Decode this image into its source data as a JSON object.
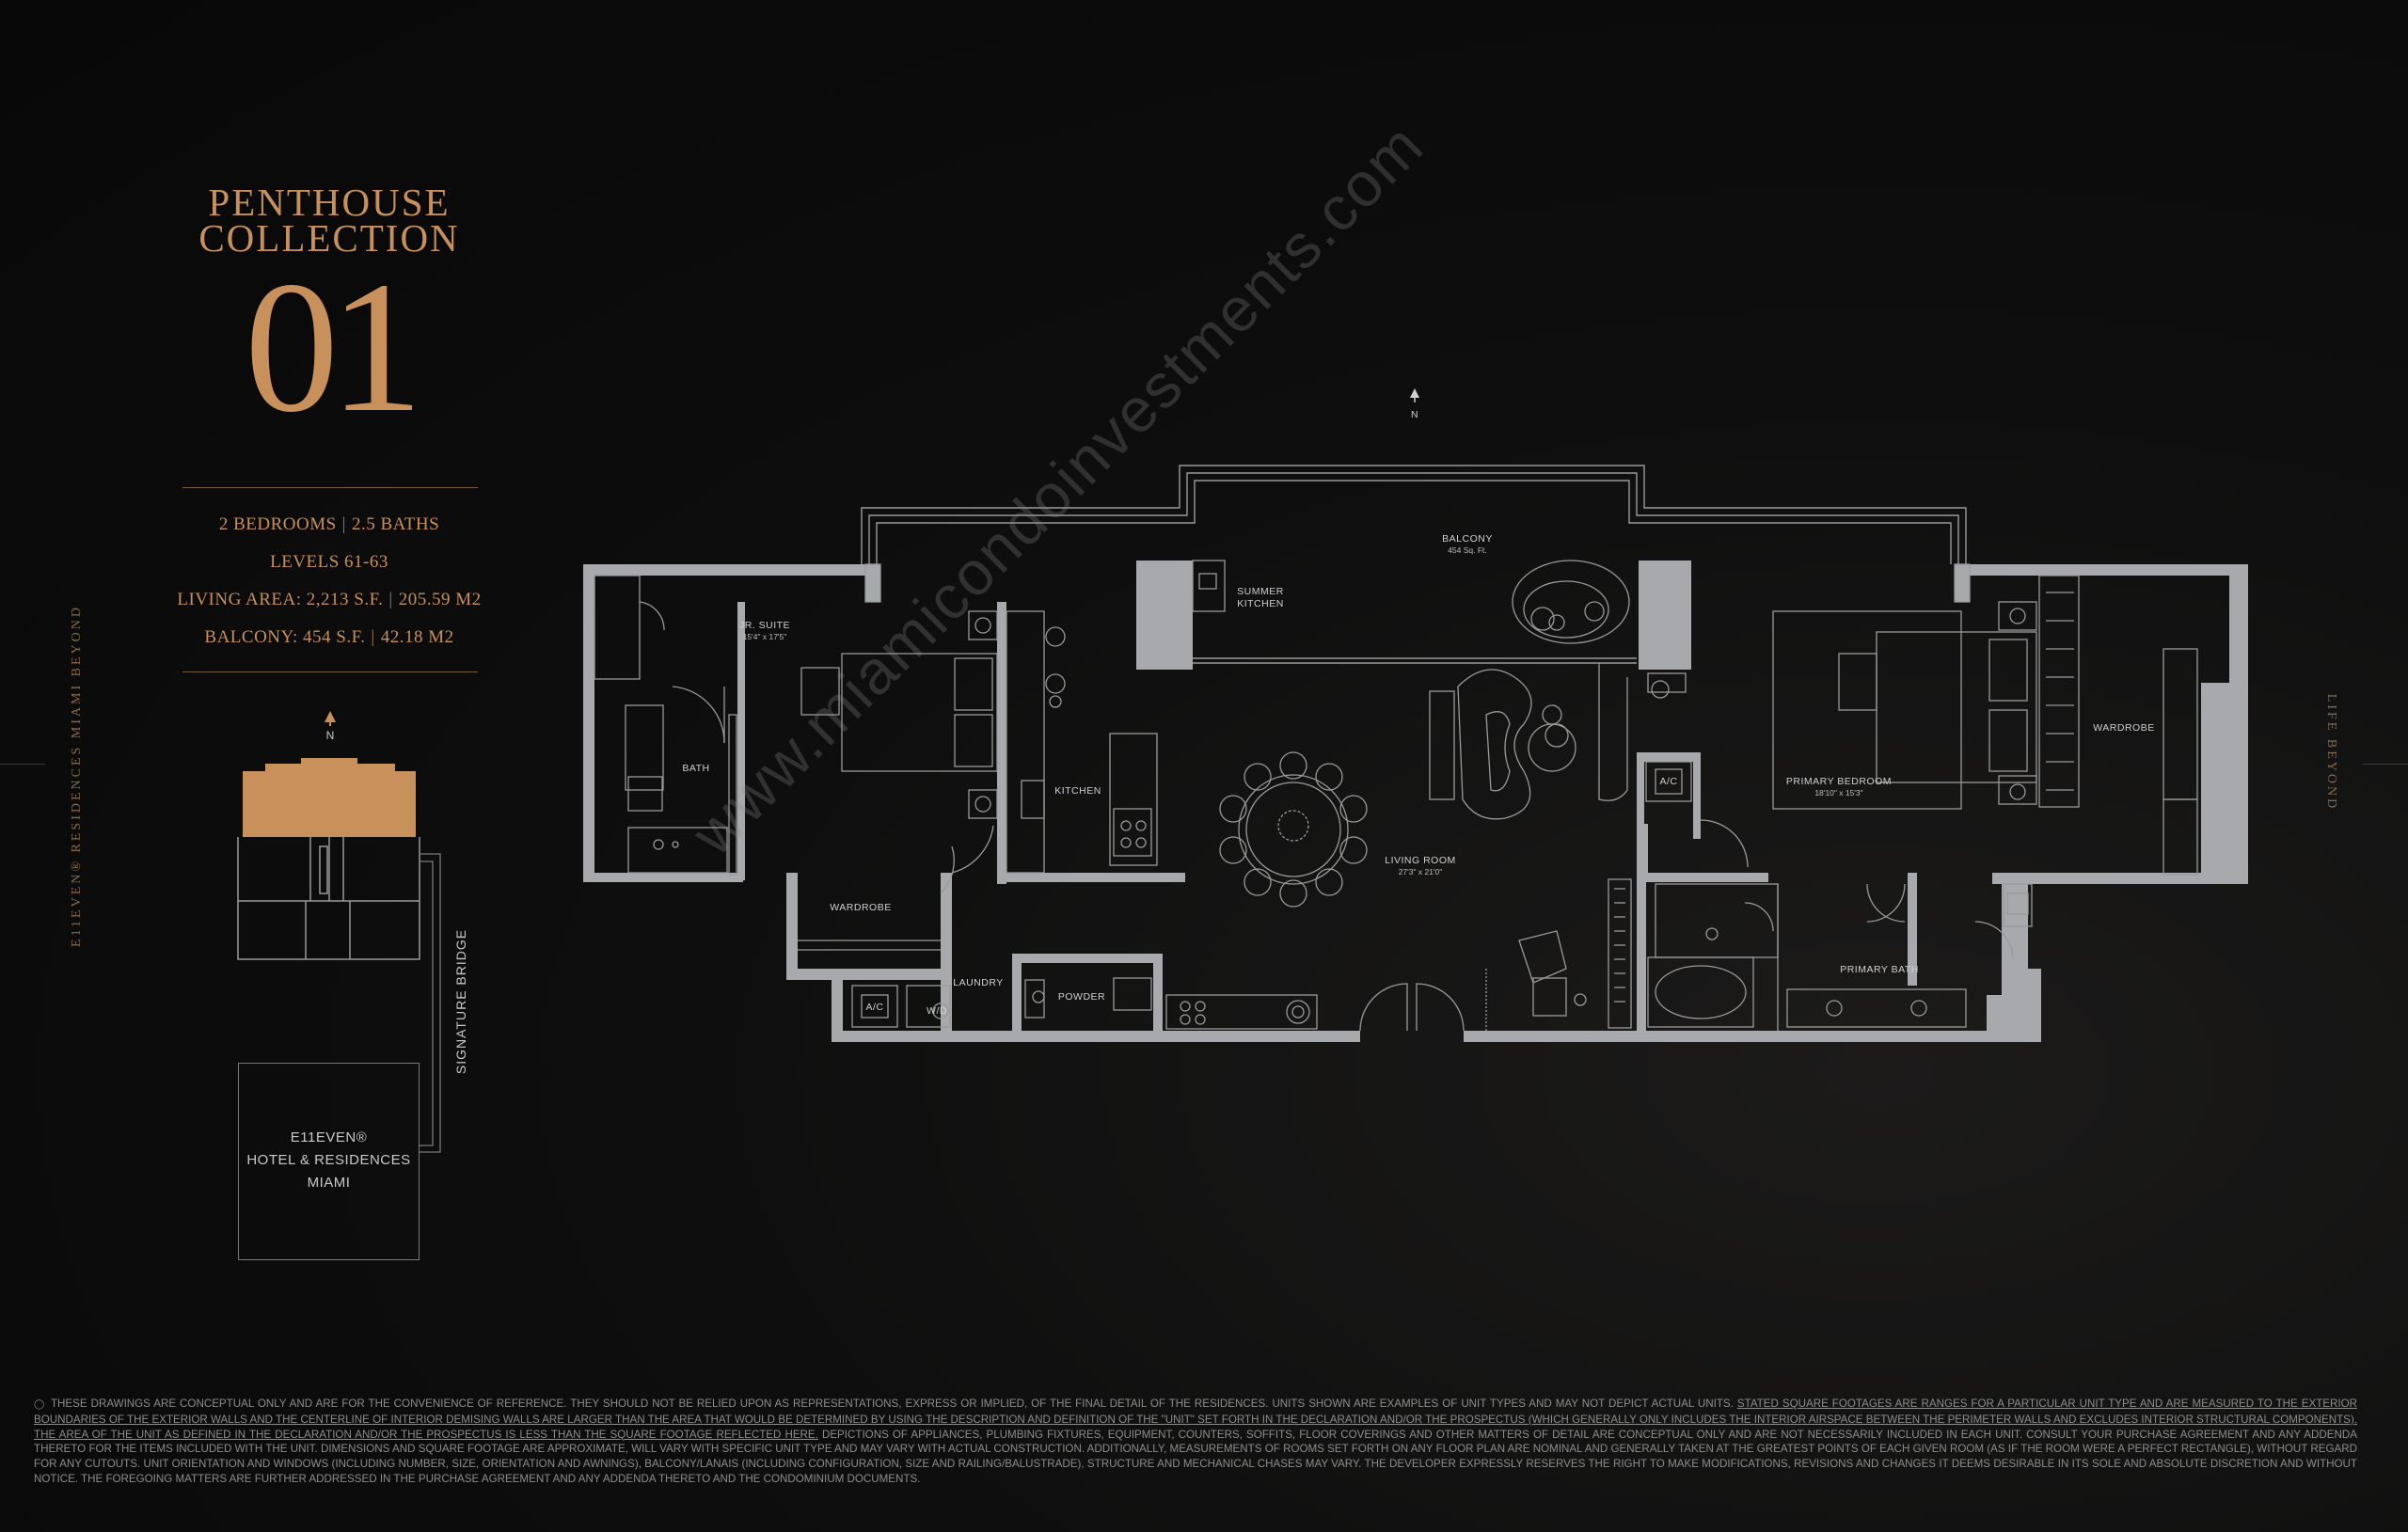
{
  "header": {
    "collection_title": "PENTHOUSE\nCOLLECTION",
    "unit_number": "01"
  },
  "specs": {
    "bedrooms": "2 BEDROOMS",
    "baths": "2.5 BATHS",
    "levels": "LEVELS 61-63",
    "living_area_sf": "LIVING AREA: 2,213 S.F.",
    "living_area_m2": "205.59  M2",
    "balcony_sf": "BALCONY: 454 S.F.",
    "balcony_m2": "42.18  M2"
  },
  "side_text_left": "E11EVEN® RESIDENCES MIAMI BEYOND",
  "side_text_right": "LIFE BEYOND",
  "key_plan": {
    "north": "N",
    "hotel_line1": "E11EVEN®",
    "hotel_line2": "HOTEL & RESIDENCES",
    "hotel_line3": "MIAMI",
    "bridge": "SIGNATURE BRIDGE"
  },
  "plan": {
    "north": "N",
    "rooms": {
      "balcony": "BALCONY",
      "balcony_size": "454 Sq. Ft.",
      "summer_kitchen_1": "SUMMER",
      "summer_kitchen_2": "KITCHEN",
      "jr_suite": "JR. SUITE",
      "jr_suite_size": "15'4\" x 17'5\"",
      "bath": "BATH",
      "kitchen": "KITCHEN",
      "wardrobe_left": "WARDROBE",
      "laundry": "LAUNDRY",
      "ac_left": "A/C",
      "wd": "W/D",
      "powder": "POWDER",
      "living_room": "LIVING ROOM",
      "living_room_size": "27'3\" x 21'0\"",
      "ac_right": "A/C",
      "primary_bedroom": "PRIMARY BEDROOM",
      "primary_bedroom_size": "18'10\" x 15'3\"",
      "wardrobe_right": "WARDROBE",
      "primary_bath": "PRIMARY BATH"
    }
  },
  "watermark": "www.miamicondoinvestments.com",
  "disclaimer": {
    "part1": "THESE DRAWINGS ARE CONCEPTUAL ONLY AND ARE FOR THE CONVENIENCE OF REFERENCE. THEY SHOULD NOT BE RELIED UPON AS REPRESENTATIONS, EXPRESS OR IMPLIED, OF THE FINAL DETAIL OF THE RESIDENCES. UNITS SHOWN ARE EXAMPLES OF UNIT TYPES AND MAY NOT DEPICT ACTUAL UNITS. ",
    "part2": "STATED SQUARE FOOTAGES ARE RANGES FOR A PARTICULAR UNIT TYPE AND ARE MEASURED TO THE EXTERIOR BOUNDARIES OF THE EXTERIOR WALLS AND THE CENTERLINE OF INTERIOR DEMISING WALLS ARE LARGER THAN THE AREA THAT WOULD BE DETERMINED BY USING THE DESCRIPTION AND DEFINITION OF THE \"UNIT\" SET FORTH IN THE DECLARATION AND/OR THE PROSPECTUS (WHICH GENERALLY ONLY INCLUDES THE INTERIOR AIRSPACE BETWEEN THE PERIMETER WALLS AND EXCLUDES INTERIOR STRUCTURAL COMPONENTS). THE AREA OF THE UNIT AS DEFINED IN THE DECLARATION AND/OR THE PROSPECTUS IS LESS THAN THE SQUARE FOOTAGE REFLECTED HERE.",
    "part3": " DEPICTIONS OF APPLIANCES, PLUMBING FIXTURES, EQUIPMENT, COUNTERS, SOFFITS, FLOOR COVERINGS AND OTHER MATTERS OF DETAIL ARE CONCEPTUAL ONLY AND ARE NOT NECESSARILY INCLUDED IN EACH UNIT. CONSULT YOUR PURCHASE AGREEMENT AND ANY ADDENDA THERETO FOR THE ITEMS INCLUDED WITH THE UNIT. DIMENSIONS AND SQUARE FOOTAGE ARE APPROXIMATE, WILL VARY WITH SPECIFIC UNIT TYPE AND MAY VARY WITH ACTUAL CONSTRUCTION. ADDITIONALLY, MEASUREMENTS OF ROOMS SET FORTH ON ANY FLOOR PLAN ARE NOMINAL AND GENERALLY TAKEN AT THE GREATEST POINTS OF EACH GIVEN ROOM (AS IF THE ROOM WERE A PERFECT RECTANGLE), WITHOUT REGARD FOR ANY CUTOUTS. UNIT ORIENTATION AND WINDOWS (INCLUDING NUMBER, SIZE, ORIENTATION AND AWNINGS), BALCONY/LANAIS (INCLUDING CONFIGURATION, SIZE AND RAILING/BALUSTRADE), STRUCTURE AND MECHANICAL CHASES MAY VARY. THE DEVELOPER EXPRESSLY RESERVES THE RIGHT TO MAKE MODIFICATIONS, REVISIONS AND CHANGES IT DEEMS DESIRABLE IN ITS SOLE AND ABSOLUTE DISCRETION AND WITHOUT NOTICE. THE FOREGOING MATTERS ARE FURTHER ADDRESSED IN THE PURCHASE AGREEMENT AND ANY ADDENDA THERETO AND THE CONDOMINIUM DOCUMENTS."
  },
  "colors": {
    "gold": "#c8905a",
    "wall": "#a7a9ac",
    "line": "#9a9a9a",
    "background": "#0b0b0b"
  }
}
